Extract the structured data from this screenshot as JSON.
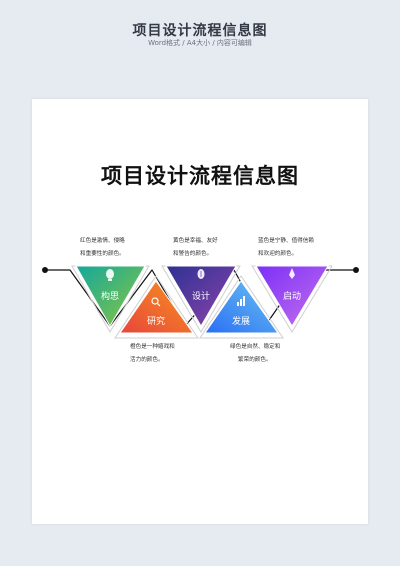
{
  "header": {
    "title": "项目设计流程信息图",
    "subtitle": "Word格式 / A4大小 / 内容可编辑"
  },
  "document": {
    "title": "项目设计流程信息图"
  },
  "steps": [
    {
      "label": "构思",
      "icon": "bulb-icon",
      "colors": [
        "#14a89a",
        "#8cc63f"
      ]
    },
    {
      "label": "研究",
      "icon": "search-icon",
      "colors": [
        "#f7941d",
        "#e8453c"
      ]
    },
    {
      "label": "设计",
      "icon": "pen-icon",
      "colors": [
        "#2e3192",
        "#8e44ad"
      ]
    },
    {
      "label": "发展",
      "icon": "chart-icon",
      "colors": [
        "#2a6ef5",
        "#6bc3f0"
      ]
    },
    {
      "label": "启动",
      "icon": "rocket-icon",
      "colors": [
        "#7b2ff7",
        "#c471ed"
      ]
    }
  ],
  "notes": {
    "red": [
      "红色是激情、侵略",
      "和重要性的颜色。"
    ],
    "orange": [
      "橙色是一种嬉戏和",
      "活力的颜色。"
    ],
    "yellow": [
      "黄色是幸福、友好",
      "和警告的颜色。"
    ],
    "green": [
      "绿色是自然、稳定和",
      "繁荣的颜色。"
    ],
    "blue": [
      "蓝色是宁静、值得信赖",
      "和欢迎的颜色。"
    ]
  }
}
